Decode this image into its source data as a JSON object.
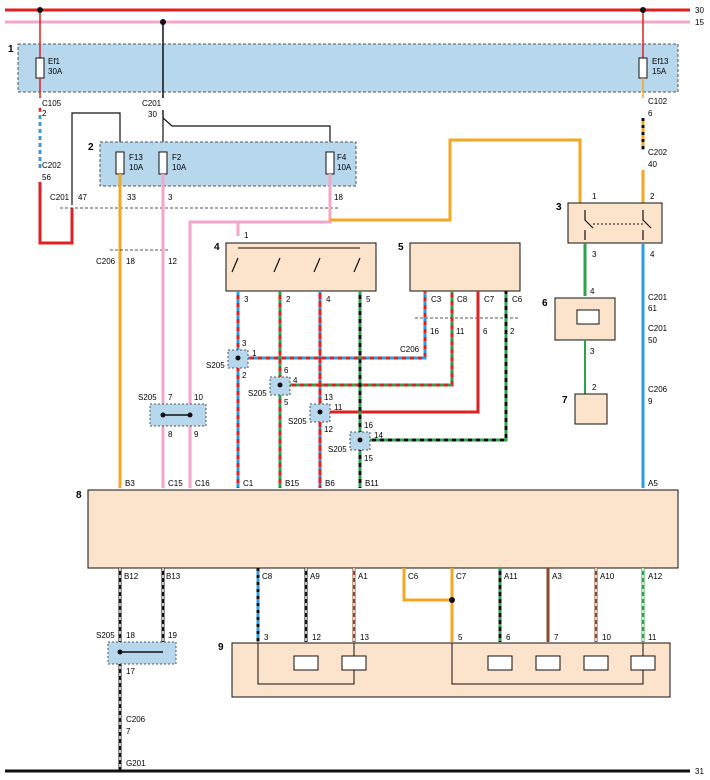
{
  "rails": {
    "rail_30": "30",
    "rail_15": "15",
    "rail_31": "31"
  },
  "components": {
    "c1": "1",
    "c2": "2",
    "c3": "3",
    "c4": "4",
    "c5": "5",
    "c6": "6",
    "c7": "7",
    "c8": "8",
    "c9": "9"
  },
  "fuses": {
    "ef1_name": "Ef1",
    "ef1_rating": "30A",
    "ef13_name": "Ef13",
    "ef13_rating": "15A",
    "f13_name": "F13",
    "f13_rating": "10A",
    "f2_name": "F2",
    "f2_rating": "10A",
    "f4_name": "F4",
    "f4_rating": "10A"
  },
  "connectors": {
    "c105": "C105",
    "c105_pin": "2",
    "c202a": "C202",
    "c202a_pin": "56",
    "c201a": "C201",
    "c201a_pin": "30",
    "c201b": "C201",
    "c201b_pin": "47",
    "c102": "C102",
    "c102_pin": "6",
    "c202b": "C202",
    "c202b_pin": "40",
    "c206a": "C206",
    "c206a_pin1": "18",
    "c206a_pin2": "12",
    "c206b": "C206",
    "c201c": "C201",
    "c201c_pin": "61",
    "c201d": "C201",
    "c201d_pin": "50",
    "c206c": "C206",
    "c206c_pin": "9",
    "c206d": "C206",
    "c206d_pin": "7",
    "g201": "G201",
    "s205": "S205"
  },
  "pins": {
    "f13_out": "33",
    "f2_out": "3",
    "f4_out": "18",
    "sw4_in": "1",
    "sw4_p3": "3",
    "sw4_p2": "2",
    "sw4_p4": "4",
    "sw4_p5": "5",
    "m5_c3": "C3",
    "m5_c8": "C8",
    "m5_c7": "C7",
    "m5_c6": "C6",
    "m5_p16": "16",
    "m5_p11": "11",
    "m5_p6": "6",
    "m5_p2": "2",
    "r3_p1": "1",
    "r3_p2": "2",
    "r3_p3": "3",
    "r3_p4": "4",
    "r6_p4": "4",
    "r6_p3": "3",
    "r7_p2": "2",
    "s205_a1": "3",
    "s205_a2": "1",
    "s205_a3": "2",
    "s205_b1": "6",
    "s205_b2": "4",
    "s205_b3": "5",
    "s205_c1": "13",
    "s205_c2": "11",
    "s205_c3": "12",
    "s205_d1": "16",
    "s205_d2": "14",
    "s205_d3": "15",
    "s205_e1": "7",
    "s205_e2": "10",
    "s205_e3": "8",
    "s205_e4": "9",
    "s205_f1": "18",
    "s205_f2": "19",
    "s205_f3": "17",
    "m8_b3": "B3",
    "m8_c15": "C15",
    "m8_c16": "C16",
    "m8_c1": "C1",
    "m8_b15": "B15",
    "m8_b6": "B6",
    "m8_b11": "B11",
    "m8_a5": "A5",
    "m8_b12": "B12",
    "m8_b13": "B13",
    "m8_c8": "C8",
    "m8_a9": "A9",
    "m8_a1": "A1",
    "m8_c6": "C6",
    "m8_c7": "C7",
    "m8_a11": "A11",
    "m8_a3": "A3",
    "m8_a10": "A10",
    "m8_a12": "A12",
    "m9_3": "3",
    "m9_12": "12",
    "m9_13": "13",
    "m9_5": "5",
    "m9_6": "6",
    "m9_7": "7",
    "m9_10": "10",
    "m9_11": "11"
  },
  "colors": {
    "red": "#e02020",
    "pink": "#f4a6c8",
    "orange": "#f5a623",
    "blue": "#2a9de0",
    "green": "#2ca24a",
    "black": "#111111",
    "brown": "#8b4a2b",
    "box_blue": "#b7d8ec",
    "box_tan": "#fbe3cc"
  }
}
